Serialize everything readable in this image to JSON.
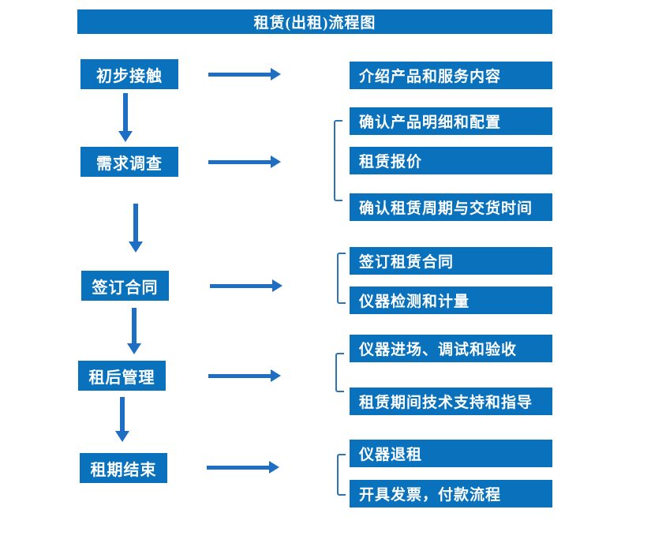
{
  "title": "租赁(出租)流程图",
  "colors": {
    "box_blue": "#0a71bd",
    "arrow_blue": "#1e6fc3",
    "bracket_blue": "#2e74b5",
    "text_white": "#ffffff"
  },
  "stages": [
    {
      "label": "初步接触",
      "items": [
        "介绍产品和服务内容"
      ]
    },
    {
      "label": "需求调查",
      "items": [
        "确认产品明细和配置",
        "租赁报价",
        "确认租赁周期与交货时间"
      ]
    },
    {
      "label": "签订合同",
      "items": [
        "签订租赁合同",
        "仪器检测和计量"
      ]
    },
    {
      "label": "租后管理",
      "items": [
        "仪器进场、调试和验收",
        "租赁期间技术支持和指导"
      ]
    },
    {
      "label": "租期结束",
      "items": [
        "仪器退租",
        "开具发票，付款流程"
      ]
    }
  ]
}
